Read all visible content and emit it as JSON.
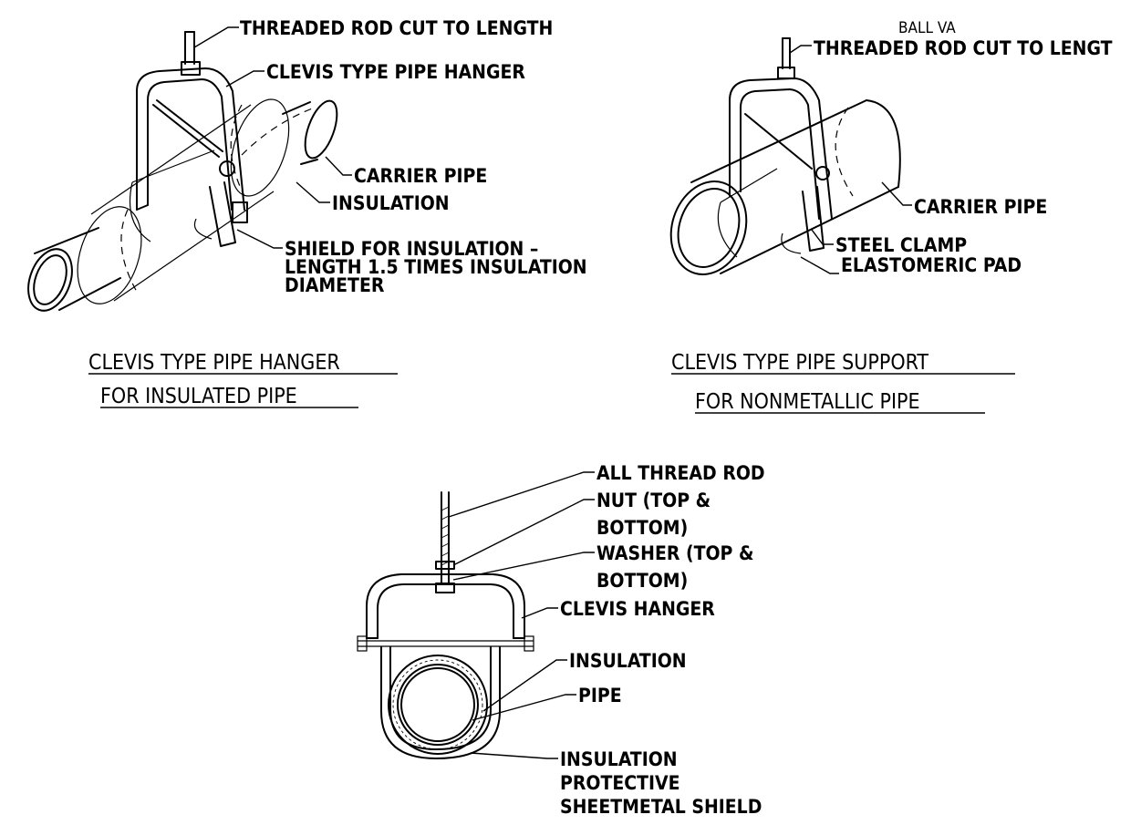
{
  "detail_1": {
    "callouts": [
      "THREADED ROD CUT TO LENGTH",
      "CLEVIS TYPE PIPE HANGER",
      "CARRIER PIPE",
      "INSULATION",
      "SHIELD FOR INSULATION –",
      "LENGTH 1.5 TIMES INSULATION",
      "DIAMETER"
    ],
    "title_line1": "CLEVIS TYPE PIPE HANGER",
    "title_line2": "FOR INSULATED PIPE"
  },
  "detail_2": {
    "callouts": [
      "BALL VA",
      "THREADED ROD CUT TO LENGT",
      "CARRIER PIPE",
      "STEEL CLAMP",
      "ELASTOMERIC PAD"
    ],
    "title_line1": "CLEVIS TYPE PIPE SUPPORT",
    "title_line2": "FOR NONMETALLIC PIPE"
  },
  "detail_3": {
    "callouts": [
      "ALL THREAD ROD",
      "NUT (TOP &",
      "BOTTOM)",
      "WASHER (TOP &",
      "BOTTOM)",
      "CLEVIS HANGER",
      "INSULATION",
      "PIPE",
      "INSULATION",
      "PROTECTIVE",
      "SHEETMETAL SHIELD"
    ]
  }
}
